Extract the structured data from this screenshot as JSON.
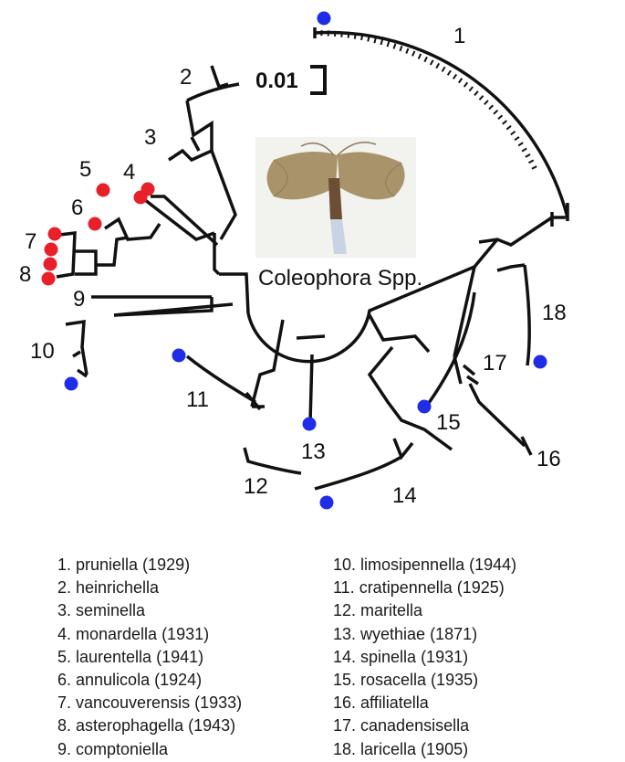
{
  "figure": {
    "title": "Coleophora Spp.",
    "scale_bar_label": "0.01",
    "colors": {
      "red_marker": "#e8202a",
      "blue_marker": "#1f2de8",
      "branch": "#111111"
    },
    "image_subject": "moth photograph"
  },
  "clades": [
    {
      "number": "1",
      "marker": "blue"
    },
    {
      "number": "2",
      "marker": "none"
    },
    {
      "number": "3",
      "marker": "none"
    },
    {
      "number": "4",
      "marker": "red"
    },
    {
      "number": "5",
      "marker": "red"
    },
    {
      "number": "6",
      "marker": "red"
    },
    {
      "number": "7",
      "marker": "red"
    },
    {
      "number": "8",
      "marker": "red"
    },
    {
      "number": "9",
      "marker": "none"
    },
    {
      "number": "10",
      "marker": "blue"
    },
    {
      "number": "11",
      "marker": "blue"
    },
    {
      "number": "12",
      "marker": "none"
    },
    {
      "number": "13",
      "marker": "blue"
    },
    {
      "number": "14",
      "marker": "blue"
    },
    {
      "number": "15",
      "marker": "blue"
    },
    {
      "number": "16",
      "marker": "none"
    },
    {
      "number": "17",
      "marker": "none"
    },
    {
      "number": "18",
      "marker": "blue"
    }
  ],
  "legend": {
    "left": [
      "1. pruniella (1929)",
      "2. heinrichella",
      "3. seminella",
      "4. monardella (1931)",
      "5. laurentella (1941)",
      "6. annulicola (1924)",
      "7. vancouverensis (1933)",
      "8. asterophagella (1943)",
      "9. comptoniella"
    ],
    "right": [
      "10. limosipennella (1944)",
      "11. cratipennella (1925)",
      "12. maritella",
      "13. wyethiae (1871)",
      "14. spinella (1931)",
      "15. rosacella (1935)",
      "16. affiliatella",
      "17. canadensisella",
      "18. laricella (1905)"
    ]
  }
}
